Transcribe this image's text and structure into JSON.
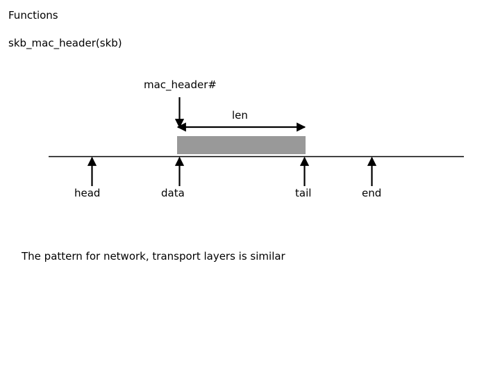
{
  "slide": {
    "heading": "Functions",
    "function_signature": "skb_mac_header(skb)",
    "caption": "The pattern for network, transport layers is similar"
  },
  "diagram": {
    "pointer_label": "mac_header#",
    "span_label": "len",
    "markers": [
      {
        "name": "head",
        "label": "head"
      },
      {
        "name": "data",
        "label": "data"
      },
      {
        "name": "tail",
        "label": "tail"
      },
      {
        "name": "end",
        "label": "end"
      }
    ],
    "buffer_block": {
      "name": "mac-header-region",
      "fill": "#999999"
    },
    "colors": {
      "line": "#000000",
      "block_fill": "#999999",
      "background": "#ffffff",
      "text": "#000000"
    }
  }
}
